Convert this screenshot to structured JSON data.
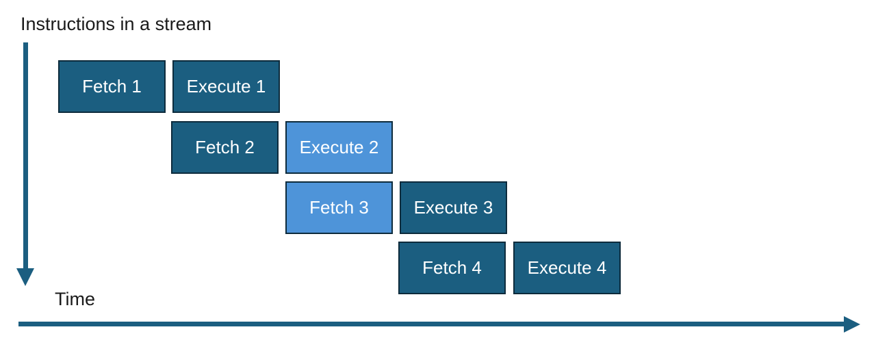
{
  "title": "Instructions in a stream",
  "time_label": "Time",
  "colors": {
    "dark_box": "#1B5E80",
    "light_box": "#4E94D9",
    "box_border": "#0D2B3C",
    "box_text": "#FFFFFF",
    "arrow": "#1B5E80",
    "text": "#1A1A1A"
  },
  "rows": [
    {
      "boxes": [
        {
          "label": "Fetch 1",
          "variant": "dark"
        },
        {
          "label": "Execute 1",
          "variant": "dark"
        }
      ]
    },
    {
      "boxes": [
        {
          "label": "Fetch 2",
          "variant": "dark"
        },
        {
          "label": "Execute 2",
          "variant": "light"
        }
      ]
    },
    {
      "boxes": [
        {
          "label": "Fetch 3",
          "variant": "light"
        },
        {
          "label": "Execute 3",
          "variant": "dark"
        }
      ]
    },
    {
      "boxes": [
        {
          "label": "Fetch 4",
          "variant": "dark"
        },
        {
          "label": "Execute 4",
          "variant": "dark"
        }
      ]
    }
  ]
}
